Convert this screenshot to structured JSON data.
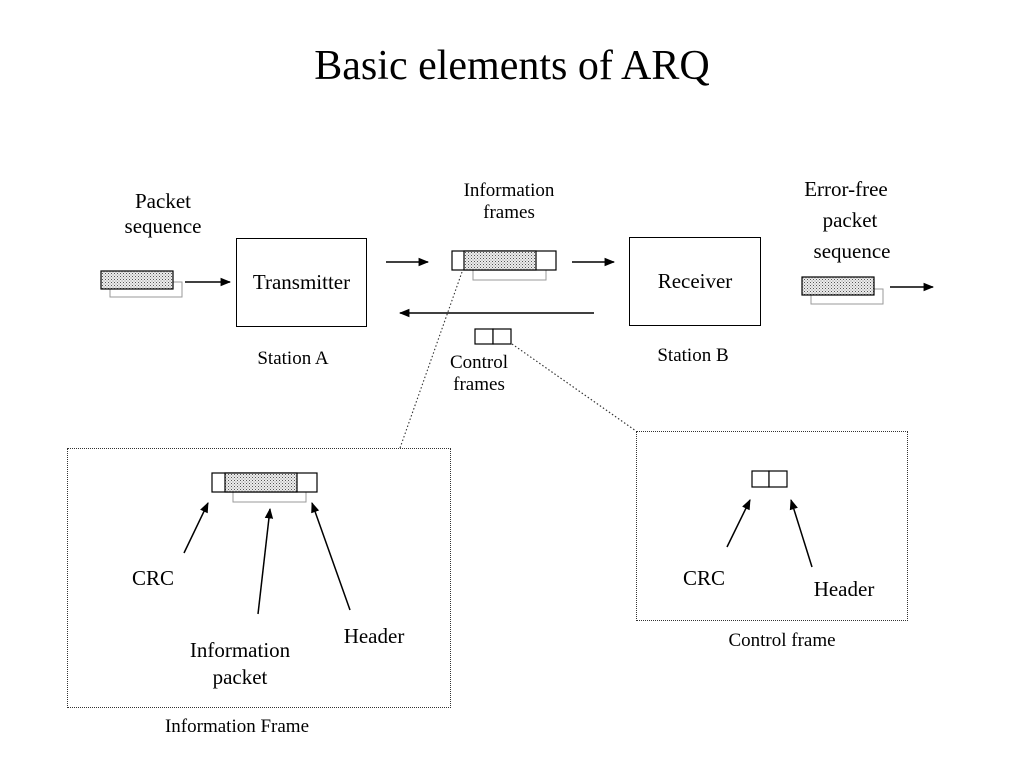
{
  "title": "Basic elements of ARQ",
  "labels": {
    "packet_sequence": [
      "Packet",
      "sequence"
    ],
    "information_frames": [
      "Information",
      "frames"
    ],
    "error_free": [
      "Error-free",
      "packet",
      "sequence"
    ],
    "transmitter": "Transmitter",
    "receiver": "Receiver",
    "station_a": "Station A",
    "station_b": "Station B",
    "control_frames": [
      "Control",
      "frames"
    ],
    "info_panel": {
      "crc": "CRC",
      "information_packet": [
        "Information",
        "packet"
      ],
      "header": "Header",
      "caption": "Information Frame"
    },
    "control_panel": {
      "crc": "CRC",
      "header": "Header",
      "caption": "Control frame"
    }
  },
  "colors": {
    "ink": "#000000",
    "stipple": "#d9d9d9",
    "shadow": "#9a9a9a"
  }
}
